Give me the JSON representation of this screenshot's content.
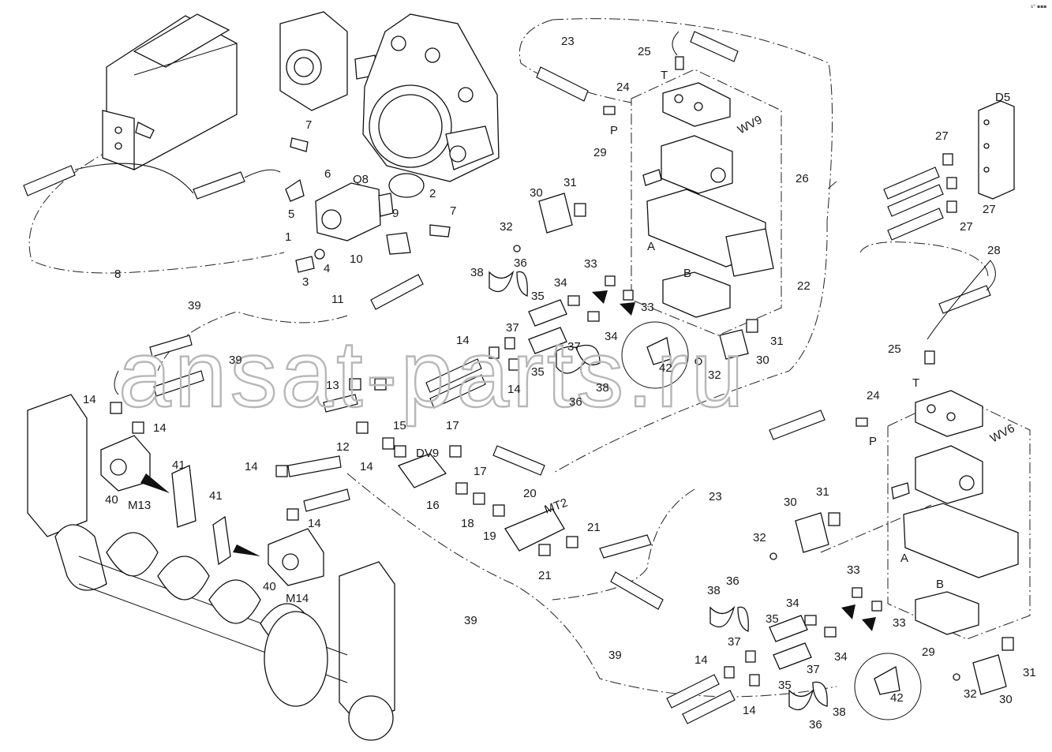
{
  "watermark": "ansat-parts.ru",
  "corner_mark": "s° ▪▪▪",
  "labels": {
    "n1": "1",
    "n2": "2",
    "n3": "3",
    "n4": "4",
    "n5": "5",
    "n6": "6",
    "n7a": "7",
    "n7b": "7",
    "n8": "8",
    "n9": "9",
    "n10": "10",
    "n11": "11",
    "n12": "12",
    "n13": "13",
    "n14a": "14",
    "n14b": "14",
    "n14c": "14",
    "n14d": "14",
    "n14e": "14",
    "n14f": "14",
    "n14g": "14",
    "n14h": "14",
    "n14i": "14",
    "n15": "15",
    "n16": "16",
    "n17a": "17",
    "n17b": "17",
    "n18": "18",
    "n19": "19",
    "n20": "20",
    "n21a": "21",
    "n21b": "21",
    "n22": "22",
    "n23a": "23",
    "n23b": "23",
    "n24a": "24",
    "n24b": "24",
    "n25a": "25",
    "n25b": "25",
    "n26": "26",
    "n27a": "27",
    "n27b": "27",
    "n27c": "27",
    "n28": "28",
    "n29a": "29",
    "n29b": "29",
    "n30a": "30",
    "n30b": "30",
    "n30c": "30",
    "n30d": "30",
    "n31a": "31",
    "n31b": "31",
    "n31c": "31",
    "n31d": "31",
    "n32a": "32",
    "n32b": "32",
    "n32c": "32",
    "n32d": "32",
    "n33a": "33",
    "n33b": "33",
    "n33c": "33",
    "n33d": "33",
    "n34a": "34",
    "n34b": "34",
    "n34c": "34",
    "n34d": "34",
    "n35a": "35",
    "n35b": "35",
    "n35c": "35",
    "n35d": "35",
    "n36a": "36",
    "n36b": "36",
    "n36c": "36",
    "n36d": "36",
    "n37a": "37",
    "n37b": "37",
    "n37c": "37",
    "n37d": "37",
    "n38a": "38",
    "n38b": "38",
    "n38c": "38",
    "n38d": "38",
    "n39a": "39",
    "n39b": "39",
    "n39c": "39",
    "n39d": "39",
    "n40a": "40",
    "n40b": "40",
    "n41a": "41",
    "n41b": "41",
    "n42a": "42",
    "n42b": "42",
    "q8": "Q8",
    "wv9": "WV9",
    "wv6": "WV6",
    "d5": "D5",
    "dv9": "DV9",
    "mt2": "MT2",
    "m13": "M13",
    "m14": "M14",
    "t1": "T",
    "t2": "T",
    "p1": "P",
    "p2": "P",
    "a1": "A",
    "a2": "A",
    "b1": "B",
    "b2": "B"
  }
}
